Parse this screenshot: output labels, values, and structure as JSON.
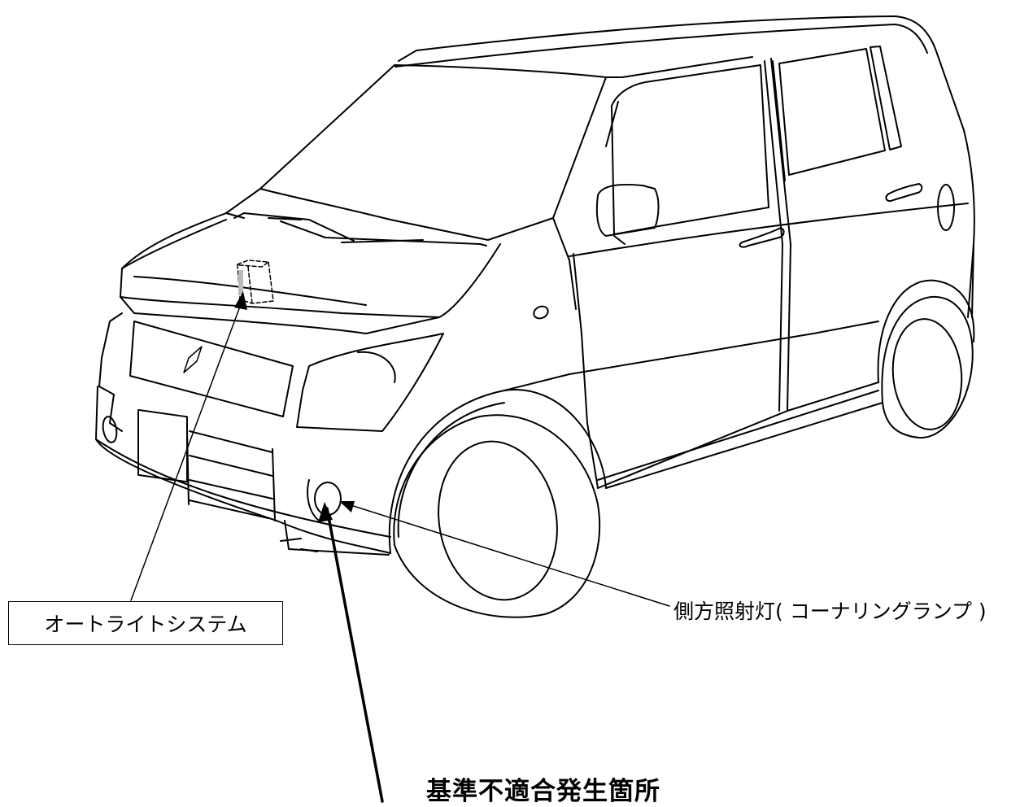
{
  "labels": {
    "auto_light_system": "オートライトシステム",
    "cornering_lamp": "側方照射灯( コーナリングランプ )",
    "nonconformity_location": "基準不適合発生箇所"
  },
  "colors": {
    "line": "#000000",
    "background": "#ffffff"
  }
}
